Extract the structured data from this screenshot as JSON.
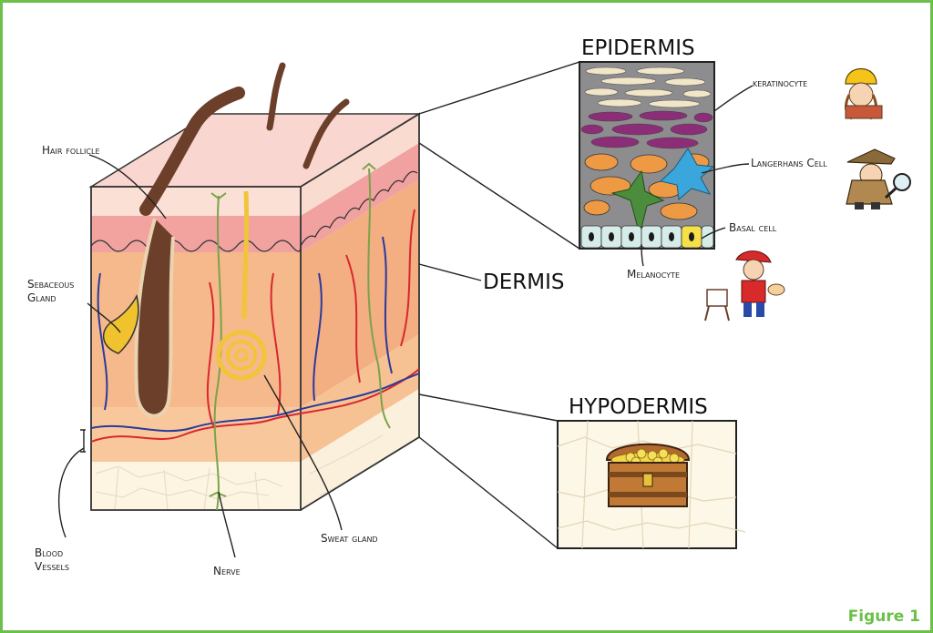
{
  "figure": {
    "caption": "Figure 1",
    "border_color": "#6cc04a"
  },
  "layers": {
    "epidermis": "EPIDERMIS",
    "dermis": "DERMIS",
    "hypodermis": "HYPODERMIS"
  },
  "labels": {
    "hair_follicle": "Hair follicle",
    "sebaceous_gland": "Sebaceous\nGland",
    "blood_vessels": "Blood\nVessels",
    "nerve": "Nerve",
    "sweat_gland": "Sweat gland",
    "keratinocyte": "keratinocyte",
    "langerhans_cell": "Langerhans Cell",
    "basal_cell": "Basal cell",
    "melanocyte": "Melanocyte"
  },
  "colors": {
    "epidermis": "#f7c9c4",
    "dermis": "#f6b98b",
    "hypodermis": "#fdf5e2",
    "hair": "#6b3f2a",
    "sweat_gland": "#f0c53a",
    "artery": "#d7282f",
    "vein": "#2a3a9c",
    "nerve": "#7aa34a"
  },
  "icons": {
    "keratinocyte_character": "hardhat-worker-icon",
    "langerhans_character": "detective-icon",
    "melanocyte_character": "painter-icon",
    "hypodermis_content": "treasure-chest-icon"
  }
}
